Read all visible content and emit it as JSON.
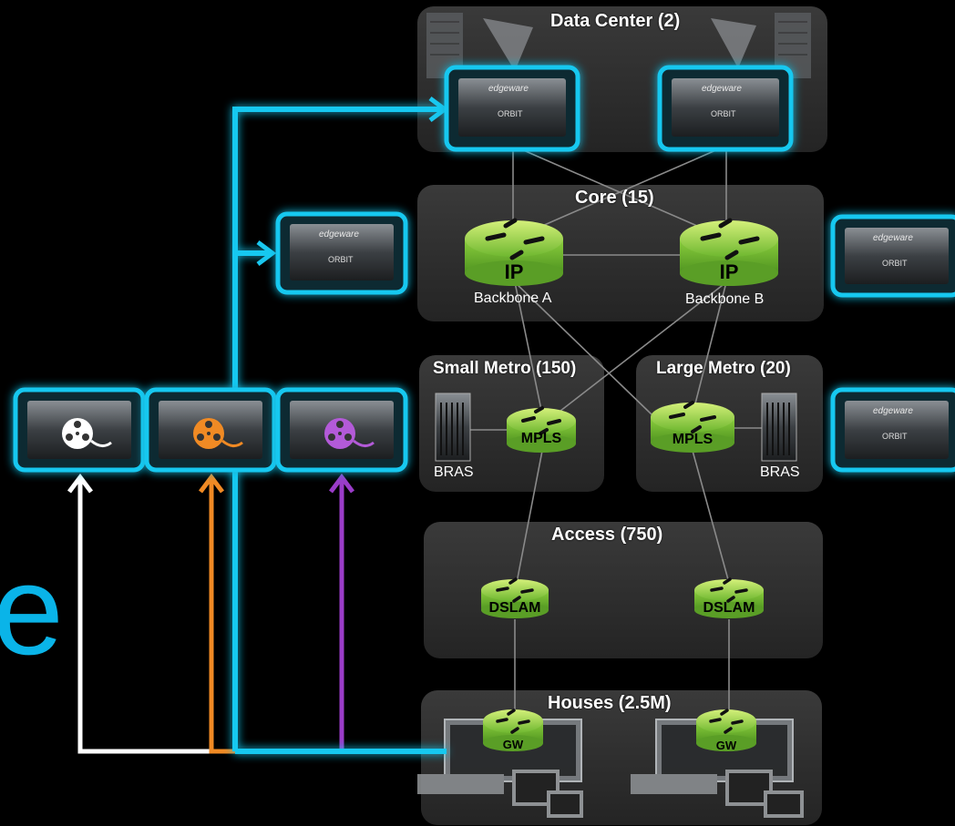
{
  "zones": {
    "data_center": "Data Center (2)",
    "core": "Core (15)",
    "small_metro": "Small Metro (150)",
    "large_metro": "Large Metro (20)",
    "access": "Access (750)",
    "houses": "Houses (2.5M)"
  },
  "routers": {
    "ip_a": "IP",
    "ip_b": "IP",
    "backbone_a": "Backbone A",
    "backbone_b": "Backbone B",
    "mpls_small": "MPLS",
    "mpls_large": "MPLS",
    "dslam_1": "DSLAM",
    "dslam_2": "DSLAM",
    "gw_1": "GW",
    "gw_2": "GW"
  },
  "bras": {
    "small": "BRAS",
    "large": "BRAS"
  },
  "cache_server": {
    "brand": "edgeware",
    "model": "ORBIT"
  },
  "left_text": "e",
  "colors": {
    "glow": "#19c8f0",
    "white_arrow": "#ffffff",
    "orange_arrow": "#f08a24",
    "purple_arrow": "#9a3cc8",
    "router_green": "#9ed84a",
    "zone_bg": "#2e2e2e"
  }
}
